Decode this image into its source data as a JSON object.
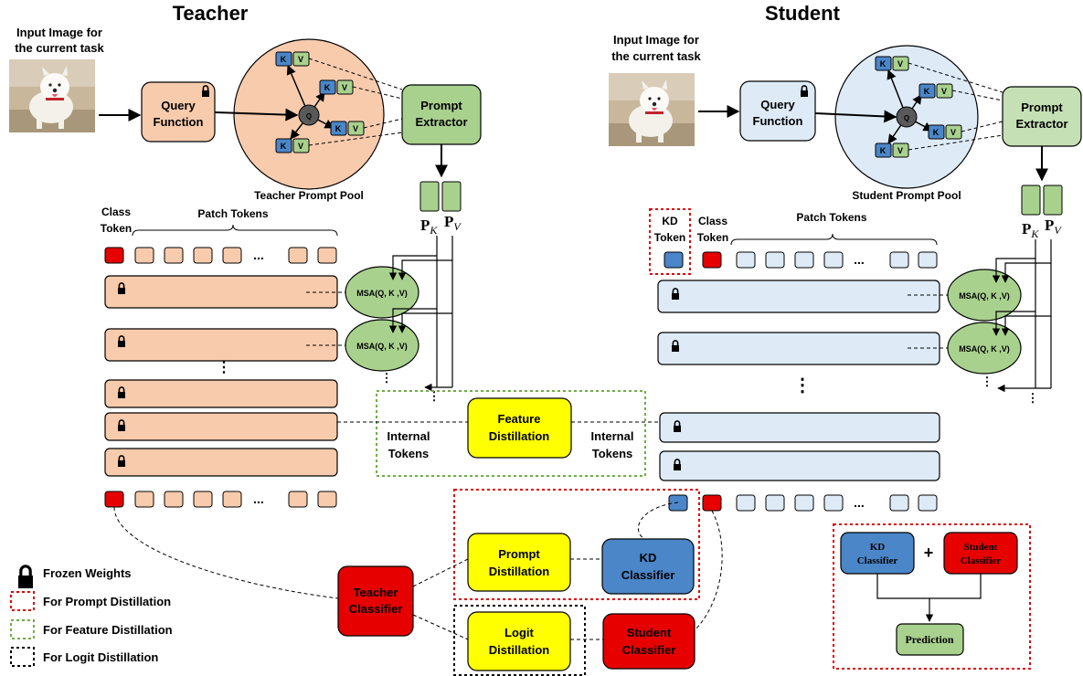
{
  "teacher": {
    "title": "Teacher",
    "input_label_line1": "Input Image for",
    "input_label_line2": "the current task",
    "query_line1": "Query",
    "query_line2": "Function",
    "prompt_extractor_line1": "Prompt",
    "prompt_extractor_line2": "Extractor",
    "prompt_pool": "Teacher Prompt Pool",
    "class_token_line1": "Class",
    "class_token_line2": "Token",
    "patch_tokens": "Patch Tokens",
    "msa": "MSA(Q, K ,V)",
    "pk": "P",
    "pk_sub": "K",
    "pv": "P",
    "pv_sub": "V",
    "internal_tokens_line1": "Internal",
    "internal_tokens_line2": "Tokens",
    "classifier_line1": "Teacher",
    "classifier_line2": "Classifier"
  },
  "student": {
    "title": "Student",
    "input_label_line1": "Input Image for",
    "input_label_line2": "the current task",
    "query_line1": "Query",
    "query_line2": "Function",
    "prompt_extractor_line1": "Prompt",
    "prompt_extractor_line2": "Extractor",
    "prompt_pool": "Student Prompt Pool",
    "kd_token_line1": "KD",
    "kd_token_line2": "Token",
    "class_token_line1": "Class",
    "class_token_line2": "Token",
    "patch_tokens": "Patch Tokens",
    "msa": "MSA(Q, K ,V)",
    "internal_tokens_line1": "Internal",
    "internal_tokens_line2": "Tokens",
    "kd_classifier_line1": "KD",
    "kd_classifier_line2": "Classifier",
    "student_classifier_line1": "Student",
    "student_classifier_line2": "Classifier"
  },
  "pool_keys": {
    "k": "K",
    "v": "V",
    "q": "Q"
  },
  "distillation": {
    "feature_line1": "Feature",
    "feature_line2": "Distillation",
    "prompt_line1": "Prompt",
    "prompt_line2": "Distillation",
    "logit_line1": "Logit",
    "logit_line2": "Distillation"
  },
  "prediction_box": {
    "kd_classifier_line1": "KD",
    "kd_classifier_line2": "Classifier",
    "plus": "+",
    "student_classifier_line1": "Student",
    "student_classifier_line2": "Classifier",
    "prediction": "Prediction"
  },
  "ellipsis": "...",
  "legend": {
    "frozen": "Frozen Weights",
    "prompt": "For Prompt Distillation",
    "feature": "For Feature Distillation",
    "logit": "For Logit Distillation"
  },
  "colors": {
    "teacher_fill": "#f8cbad",
    "student_fill": "#deebf7",
    "green": "#a9d18e",
    "green_light": "#c5e0b4",
    "blue": "#4a86c8",
    "red": "#e60000",
    "yellow": "#ffff00",
    "prompt_border": "#e00000",
    "feature_border": "#70ad47"
  }
}
